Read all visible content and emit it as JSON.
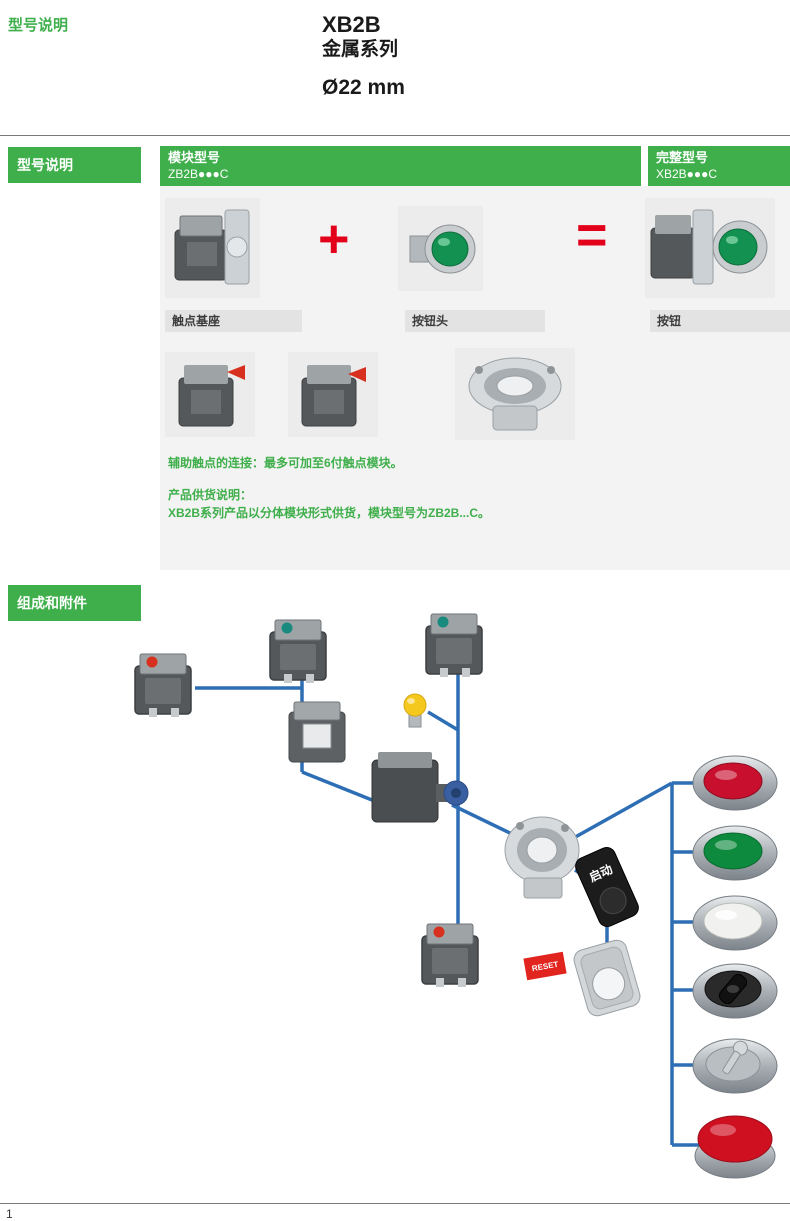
{
  "header": {
    "eyebrow": "型号说明",
    "series": "XB2B",
    "family": "金属系列",
    "diameter": "Ø22 mm"
  },
  "model_section": {
    "tag": "型号说明",
    "module_band": {
      "title": "模块型号",
      "code": "ZB2B●●●C"
    },
    "complete_band": {
      "title": "完整型号",
      "code": "XB2B●●●C"
    },
    "plus_sign": "+",
    "equals_sign": "=",
    "labels": {
      "contact_base": "触点基座",
      "button_head": "按钮头",
      "button": "按钮"
    },
    "notes": {
      "aux_contacts": "辅助触点的连接：最多可加至6付触点模块。",
      "supply_title": "产品供货说明：",
      "supply_body": "XB2B系列产品以分体模块形式供货，模块型号为ZB2B...C。"
    }
  },
  "composition_section": {
    "tag": "组成和附件",
    "reset_label": "RESET",
    "legend_text": "启动"
  },
  "footer": {
    "page_number": "1"
  },
  "colors": {
    "brand_green": "#3faf4b",
    "accent_red": "#e2001a",
    "connector_blue": "#2e6eb5"
  }
}
